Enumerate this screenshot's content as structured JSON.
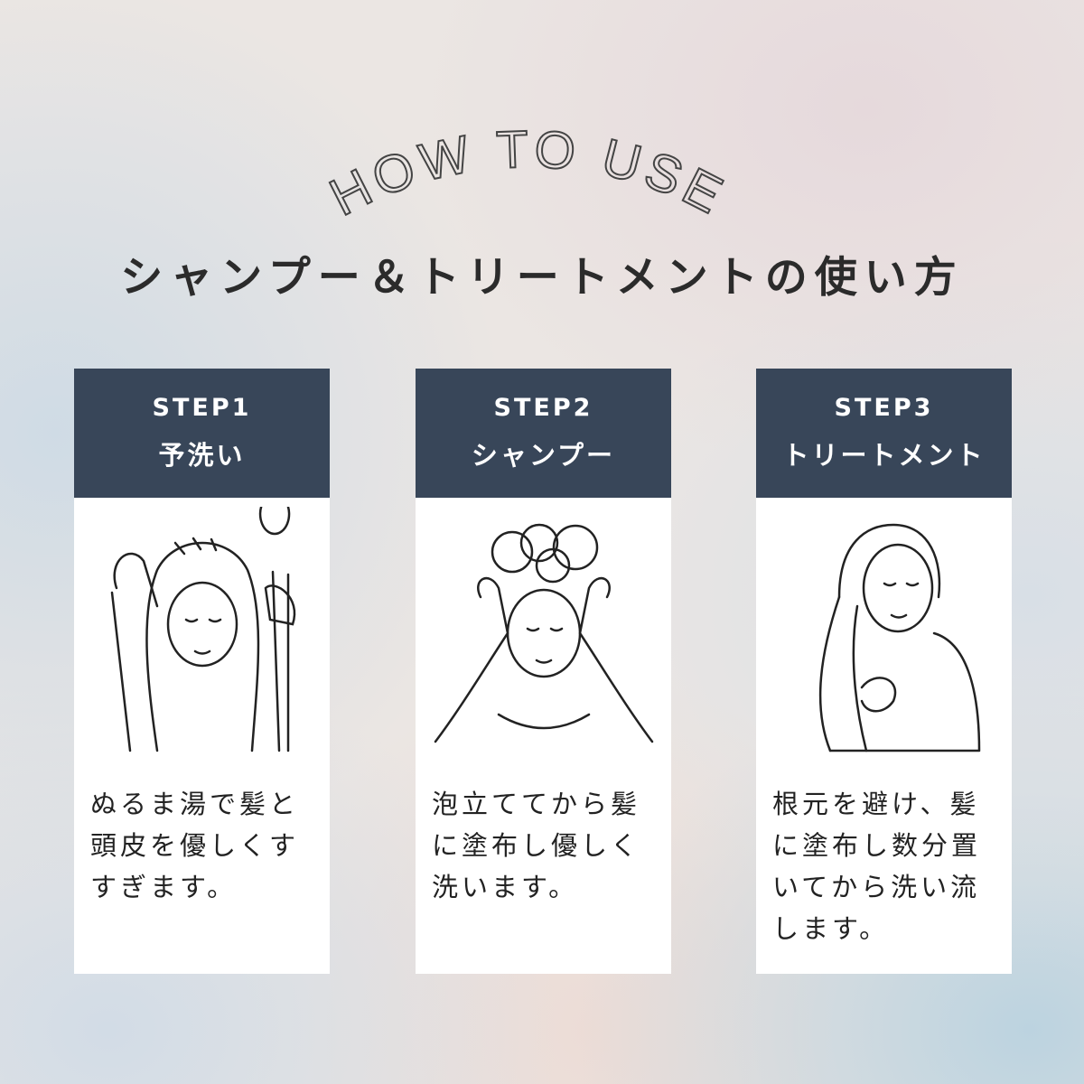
{
  "header": {
    "subtitle": "HOW TO USE",
    "title": "シャンプー＆トリートメントの使い方"
  },
  "steps": [
    {
      "step": "STEP1",
      "name": "予洗い",
      "illustration": "woman-rinsing-hair-with-shower-icon",
      "lines": [
        "ぬるま湯で髪と",
        "頭皮を優しくす",
        "すぎます。"
      ]
    },
    {
      "step": "STEP2",
      "name": "シャンプー",
      "illustration": "woman-lathering-shampoo-icon",
      "lines": [
        "泡立ててから髪",
        "に塗布し優しく",
        "洗います。"
      ]
    },
    {
      "step": "STEP3",
      "name": "トリートメント",
      "illustration": "woman-applying-treatment-icon",
      "lines": [
        "根元を避け、髪",
        "に塗布し数分置",
        "いてから洗い流",
        "します。"
      ]
    }
  ],
  "colors": {
    "header_bg": "#384659",
    "text": "#222222"
  }
}
